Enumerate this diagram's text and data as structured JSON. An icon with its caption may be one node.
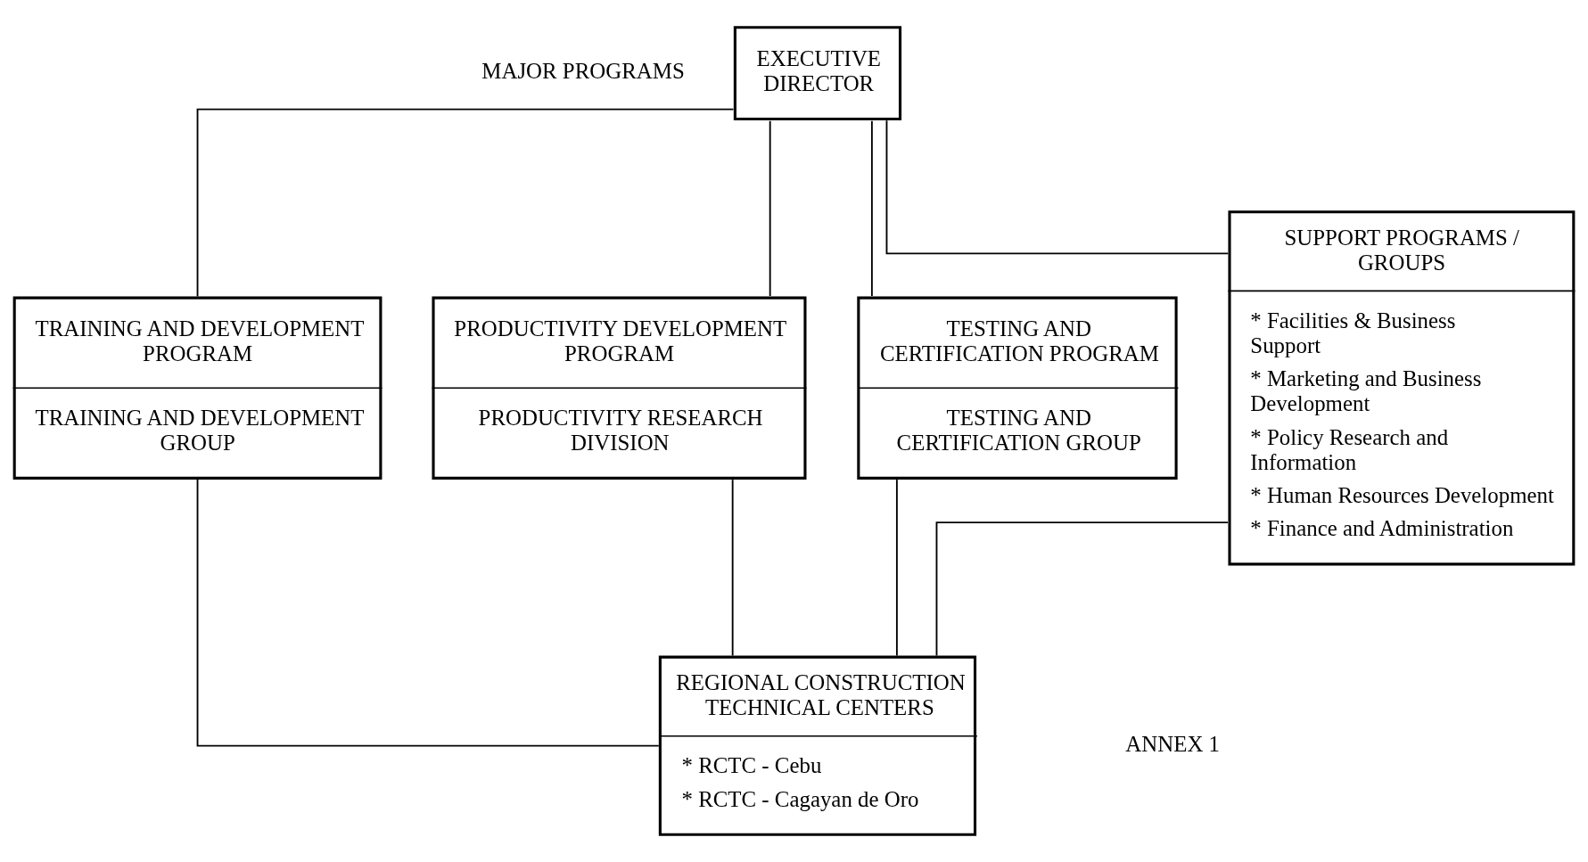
{
  "diagram": {
    "nodes": [
      {
        "text": [
          "EXECUTIVE DIRECTOR"
        ]
      },
      {
        "text": [
          "TRAINING AND DEVELOPMENT PROGRAM",
          "TRAINING AND DEVELOPMENT GROUP"
        ]
      },
      {
        "text": [
          "PRODUCTIVITY DEVELOPMENT PROGRAM",
          "PRODUCTIVITY RESEARCH DIVISION"
        ]
      },
      {
        "text": [
          "TESTING AND CERTIFICATION PROGRAM",
          "TESTING AND CERTIFICATION GROUP"
        ]
      },
      {
        "text": [
          "SUPPORT PROGRAMS / GROUPS",
          "* Facilities & Business Support",
          "* Marketing and Business Development",
          "* Policy Research and Information",
          "* Human Resources Development",
          "* Finance and Administration"
        ]
      },
      {
        "text": [
          "REGIONAL CONSTRUCTION TECHNICAL CENTERS",
          "* RCTC - Cebu",
          "* RCTC - Cagayan de Oro"
        ]
      }
    ],
    "edges": [
      {
        "from": 0,
        "to": 1,
        "arrow": "none"
      },
      {
        "from": 0,
        "to": 2,
        "arrow": "none"
      },
      {
        "from": 0,
        "to": 3,
        "arrow": "none"
      },
      {
        "from": 0,
        "to": 4,
        "arrow": "none"
      },
      {
        "from": 1,
        "to": 5,
        "arrow": "none"
      },
      {
        "from": 2,
        "to": 5,
        "arrow": "none"
      },
      {
        "from": 3,
        "to": 5,
        "arrow": "none"
      },
      {
        "from": 4,
        "to": 5,
        "arrow": "none"
      }
    ],
    "labels": [
      "MAJOR PROGRAMS",
      "ANNEX 1"
    ]
  }
}
